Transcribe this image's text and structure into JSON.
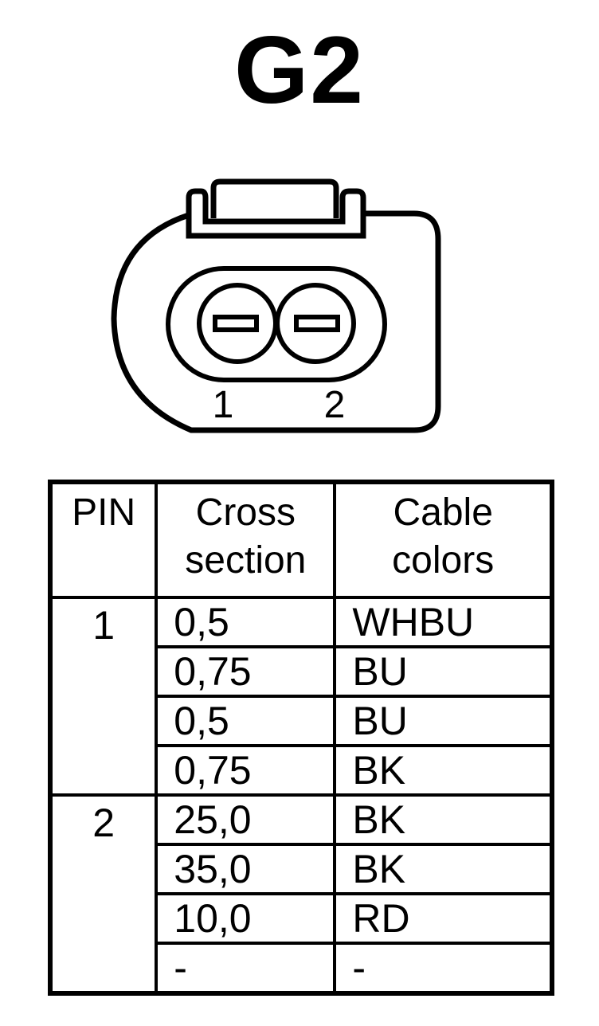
{
  "title": "G2",
  "connector": {
    "pin_labels": [
      "1",
      "2"
    ]
  },
  "table": {
    "headers": {
      "pin": "PIN",
      "cross_line1": "Cross",
      "cross_line2": "section",
      "color_line1": "Cable",
      "color_line2": "colors"
    },
    "groups": [
      {
        "pin": "1",
        "rows": [
          {
            "cross": "0,5",
            "color": "WHBU"
          },
          {
            "cross": "0,75",
            "color": "BU"
          },
          {
            "cross": "0,5",
            "color": "BU"
          },
          {
            "cross": "0,75",
            "color": "BK"
          }
        ]
      },
      {
        "pin": "2",
        "rows": [
          {
            "cross": "25,0",
            "color": "BK"
          },
          {
            "cross": "35,0",
            "color": "BK"
          },
          {
            "cross": "10,0",
            "color": "RD"
          },
          {
            "cross": "-",
            "color": "-"
          }
        ]
      }
    ]
  }
}
